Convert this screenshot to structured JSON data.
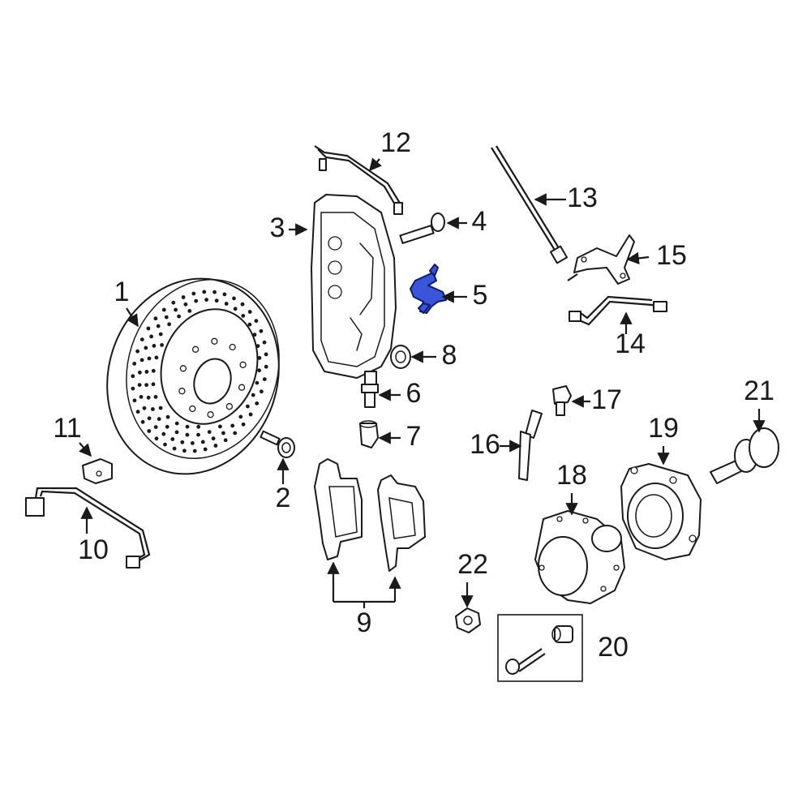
{
  "diagram": {
    "callouts": [
      {
        "id": "1",
        "label": "1"
      },
      {
        "id": "2",
        "label": "2"
      },
      {
        "id": "3",
        "label": "3"
      },
      {
        "id": "4",
        "label": "4"
      },
      {
        "id": "5",
        "label": "5"
      },
      {
        "id": "6",
        "label": "6"
      },
      {
        "id": "7",
        "label": "7"
      },
      {
        "id": "8",
        "label": "8"
      },
      {
        "id": "9",
        "label": "9"
      },
      {
        "id": "10",
        "label": "10"
      },
      {
        "id": "11",
        "label": "11"
      },
      {
        "id": "12",
        "label": "12"
      },
      {
        "id": "13",
        "label": "13"
      },
      {
        "id": "14",
        "label": "14"
      },
      {
        "id": "15",
        "label": "15"
      },
      {
        "id": "16",
        "label": "16"
      },
      {
        "id": "17",
        "label": "17"
      },
      {
        "id": "18",
        "label": "18"
      },
      {
        "id": "19",
        "label": "19"
      },
      {
        "id": "20",
        "label": "20"
      },
      {
        "id": "21",
        "label": "21"
      },
      {
        "id": "22",
        "label": "22"
      }
    ],
    "highlighted_part": "5",
    "colors": {
      "line": "#1a1a1a",
      "highlight_fill": "#3a55d8",
      "highlight_stroke": "#0b1a73",
      "background": "#ffffff"
    }
  }
}
